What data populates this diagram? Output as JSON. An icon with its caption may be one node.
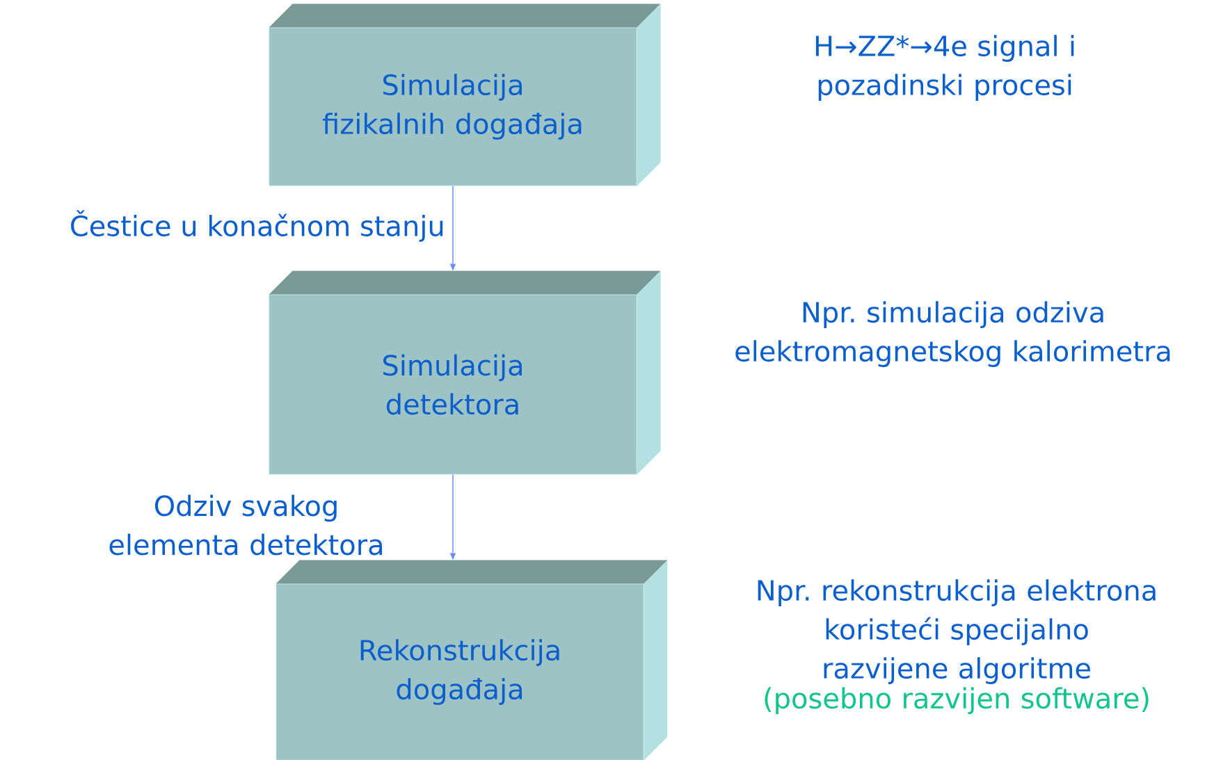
{
  "diagram": {
    "nodes": [
      {
        "text": [
          "Simulacija fizikalnih događaja"
        ]
      },
      {
        "text": [
          "Simulacija detektora"
        ]
      },
      {
        "text": [
          "Rekonstrukcija događaja"
        ]
      }
    ],
    "edges": [
      {
        "from": 0,
        "to": 1,
        "arrow": "to",
        "label": "Čestice u konačnom stanju"
      },
      {
        "from": 1,
        "to": 2,
        "arrow": "to",
        "label": "Odziv svakog elementa detektora"
      }
    ],
    "labels": [
      "H→ZZ*→4e signal i pozadinski procesi",
      "Npr. simulacija odziva elektromagnetskog kalorimetra",
      "Npr. rekonstrukcija elektrona koristeći specijalno razvijene algoritme",
      "(posebno razvijen  software)"
    ]
  }
}
